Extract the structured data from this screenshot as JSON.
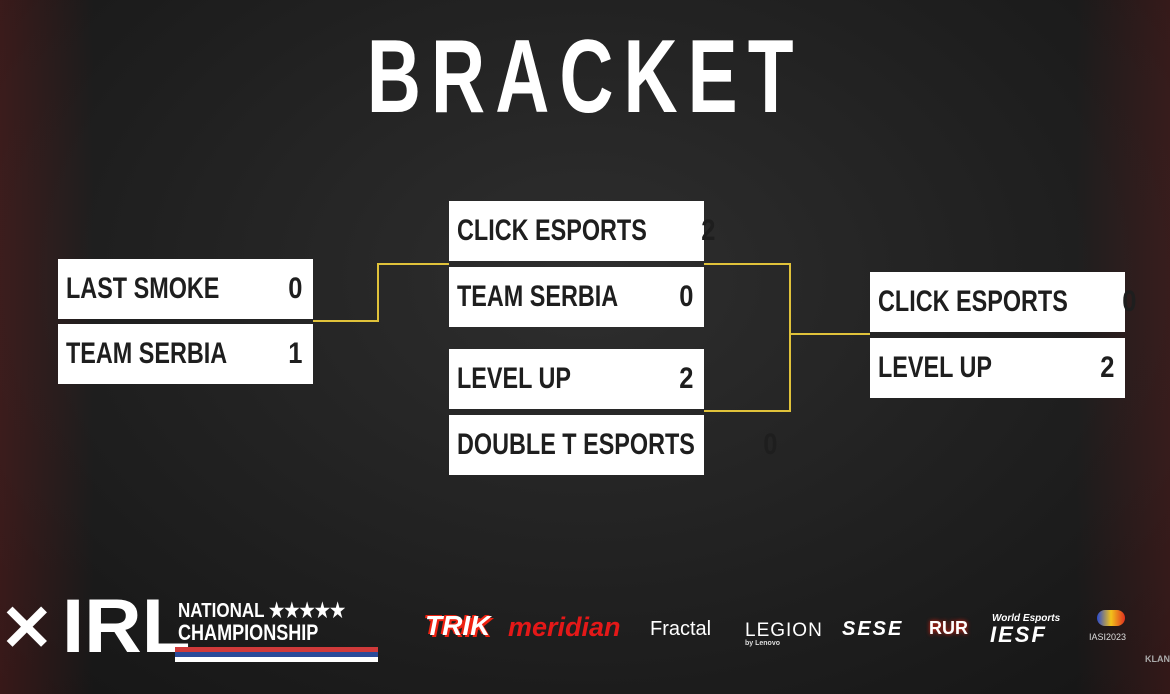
{
  "title": "BRACKET",
  "rounds": [
    {
      "matches": [
        {
          "teams": [
            {
              "name": "LAST SMOKE",
              "score": "0"
            },
            {
              "name": "TEAM SERBIA",
              "score": "1"
            }
          ]
        }
      ]
    },
    {
      "matches": [
        {
          "teams": [
            {
              "name": "CLICK ESPORTS",
              "score": "2"
            },
            {
              "name": "TEAM SERBIA",
              "score": "0"
            }
          ]
        },
        {
          "teams": [
            {
              "name": "LEVEL UP",
              "score": "2"
            },
            {
              "name": "DOUBLE T ESPORTS",
              "score": "0"
            }
          ]
        }
      ]
    },
    {
      "matches": [
        {
          "teams": [
            {
              "name": "CLICK ESPORTS",
              "score": "0"
            },
            {
              "name": "LEVEL UP",
              "score": "2"
            }
          ]
        }
      ]
    }
  ],
  "colors": {
    "connector": "#e0c23a",
    "box": "#ffffff",
    "background": "#1e1e1e"
  },
  "footer": {
    "event_logo": {
      "mark": "IRL",
      "line1": "NATIONAL",
      "line2": "CHAMPIONSHIP",
      "stars": "★★★★★"
    },
    "sponsors": [
      "TRIK",
      "meridian",
      "Fractal",
      "LEGION",
      "by Lenovo",
      "SESE",
      "RUR",
      "World Esports",
      "IESF",
      "IASI2023",
      "KLAN"
    ]
  }
}
